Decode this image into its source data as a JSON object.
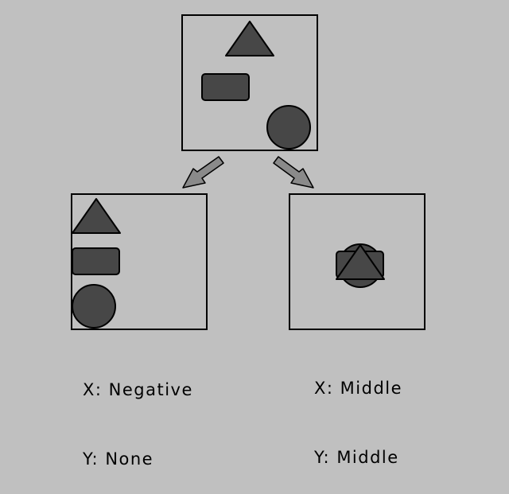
{
  "colors": {
    "background": "#c0c0c0",
    "shape_fill": "#474747",
    "outline": "#000000",
    "arrow_fill": "#8a8a8a"
  },
  "panels": {
    "source": {
      "shapes": [
        "triangle",
        "rounded-rectangle",
        "circle"
      ]
    },
    "left": {
      "shapes": [
        "triangle",
        "rounded-rectangle",
        "circle"
      ],
      "x_label": "X:",
      "x_value": "Negative",
      "y_label": "Y:",
      "y_value": "None"
    },
    "right": {
      "shapes": [
        "circle",
        "rounded-rectangle",
        "triangle"
      ],
      "x_label": "X:",
      "x_value": "Middle",
      "y_label": "Y:",
      "y_value": "Middle"
    }
  },
  "arrows": [
    "arrow-down-left-icon",
    "arrow-down-right-icon"
  ]
}
